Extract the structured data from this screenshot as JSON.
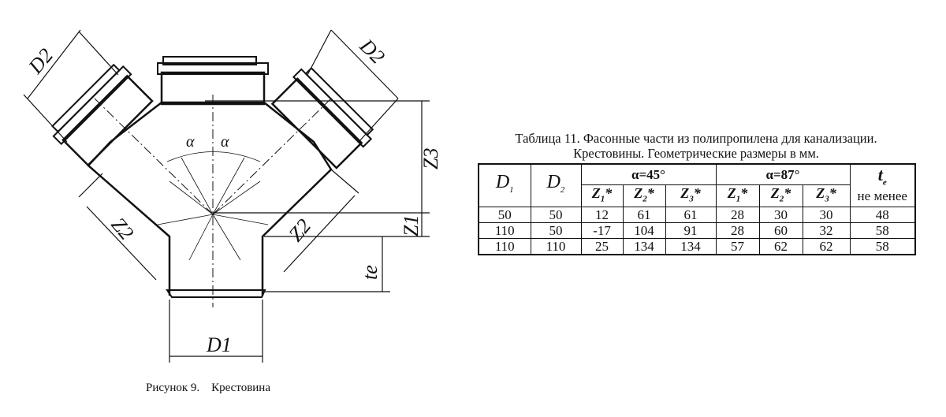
{
  "figure": {
    "caption": "Рисунок 9.    Крестовина",
    "labels": {
      "d1": "D1",
      "d2_left": "D2",
      "d2_right": "D2",
      "z1": "Z1",
      "z2_left": "Z2",
      "z2_right": "Z2",
      "z3": "Z3",
      "te": "te",
      "alpha_left": "α",
      "alpha_right": "α"
    }
  },
  "table": {
    "title_line1": "Таблица 11. Фасонные части из полипропилена для канализации.",
    "title_line2": "Крестовины. Геометрические размеры в мм.",
    "headers": {
      "d1": "D",
      "d1_sub": "1",
      "d2": "D",
      "d2_sub": "2",
      "group1": "α=45°",
      "group2": "α=87°",
      "te": "t",
      "te_sub": "e",
      "te_note": "не менее",
      "z": [
        {
          "l": "Z",
          "s": "1",
          "t": "*"
        },
        {
          "l": "Z",
          "s": "2",
          "t": "*"
        },
        {
          "l": "Z",
          "s": "3",
          "t": "*"
        }
      ]
    },
    "rows": [
      [
        "50",
        "50",
        "12",
        "61",
        "61",
        "28",
        "30",
        "30",
        "48"
      ],
      [
        "110",
        "50",
        "-17",
        "104",
        "91",
        "28",
        "60",
        "32",
        "58"
      ],
      [
        "110",
        "110",
        "25",
        "134",
        "134",
        "57",
        "62",
        "62",
        "58"
      ]
    ]
  }
}
